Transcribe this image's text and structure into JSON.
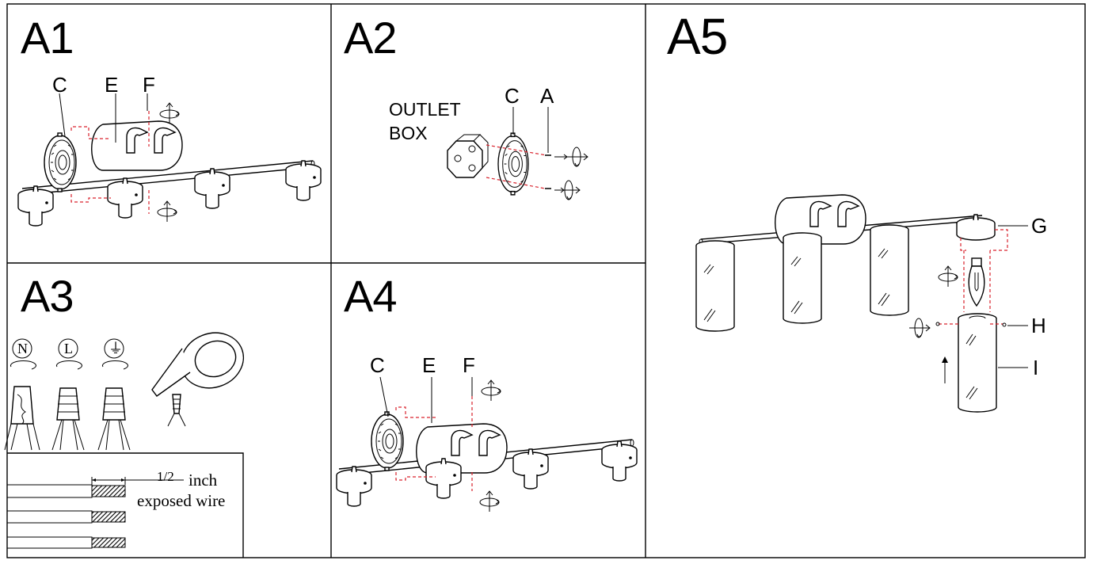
{
  "panels": {
    "a1": {
      "label": "A1",
      "parts": [
        "C",
        "E",
        "F"
      ]
    },
    "a2": {
      "label": "A2",
      "parts": [
        "C",
        "A"
      ],
      "outlet_line1": "OUTLET",
      "outlet_line2": "BOX"
    },
    "a3": {
      "label": "A3",
      "symbols": [
        "N",
        "L",
        "⏚"
      ],
      "measure": "1/2",
      "measure_unit": "inch",
      "measure_caption": "exposed wire"
    },
    "a4": {
      "label": "A4",
      "parts": [
        "C",
        "E",
        "F"
      ]
    },
    "a5": {
      "label": "A5",
      "parts": [
        "G",
        "H",
        "I"
      ]
    }
  },
  "colors": {
    "line": "#000000",
    "guide": "#d9232d",
    "background": "#ffffff"
  }
}
